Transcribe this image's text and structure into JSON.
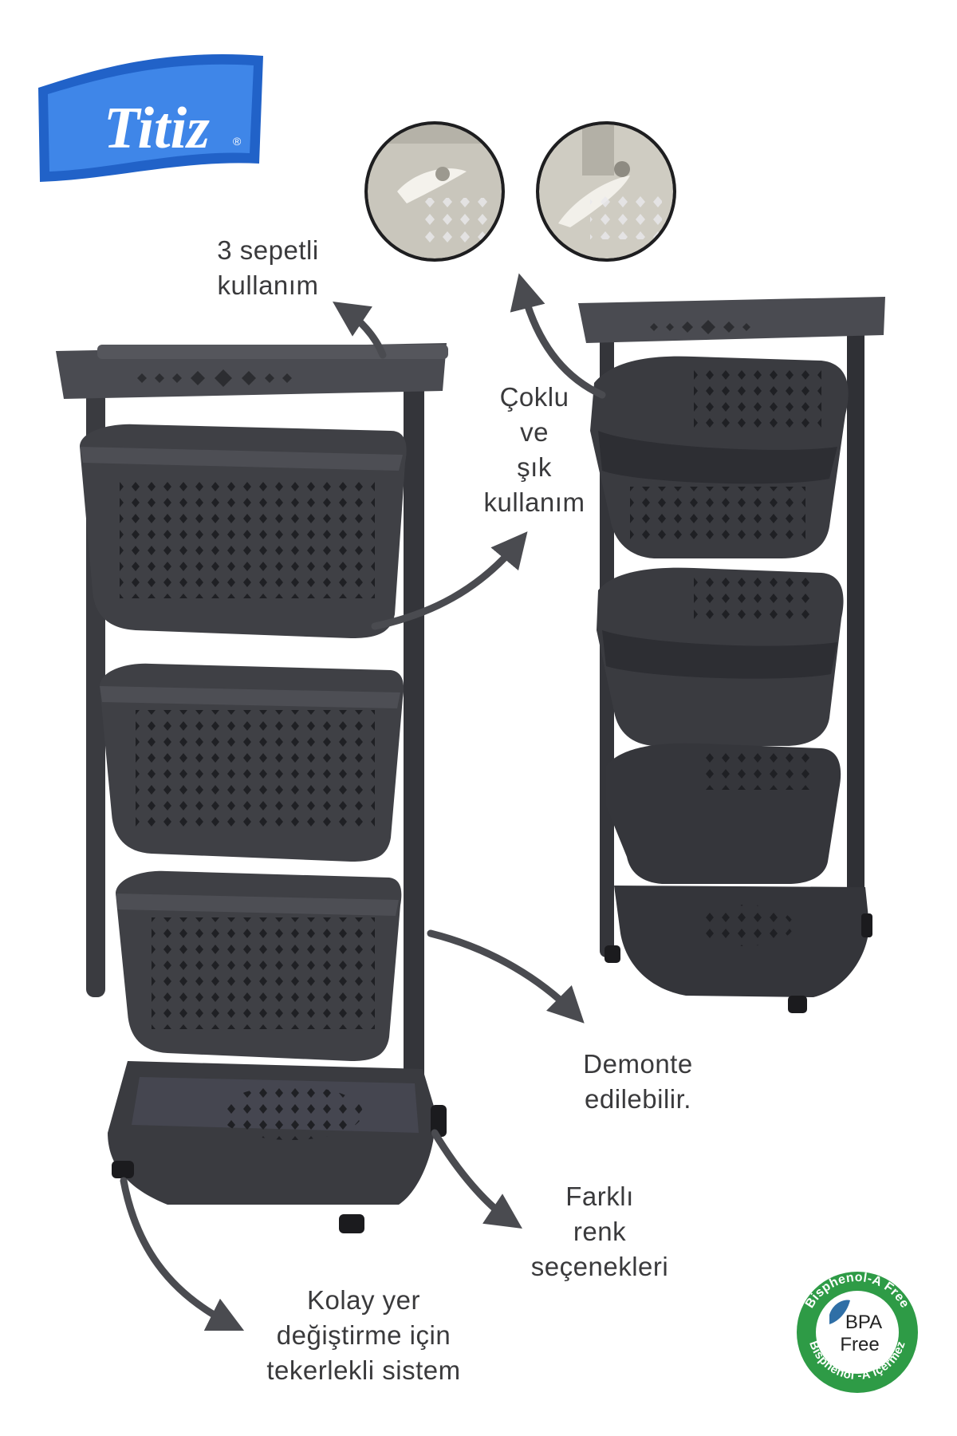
{
  "brand": {
    "logo_text": "Titiz",
    "trademark": "®",
    "color": "#1f5fbf"
  },
  "features": {
    "baskets": {
      "lines": [
        "3 sepetli",
        "kullanım"
      ]
    },
    "multi_use": {
      "lines": [
        "Çoklu",
        "ve",
        "şık",
        "kullanım"
      ]
    },
    "demountable": {
      "lines": [
        "Demonte",
        "edilebilir."
      ]
    },
    "colors": {
      "lines": [
        "Farklı",
        "renk",
        "seçenekleri"
      ]
    },
    "wheels": {
      "lines": [
        "Kolay yer",
        "değiştirme için",
        "tekerlekli sistem"
      ]
    }
  },
  "bpa_badge": {
    "ring_top": "Bisphenol-A Free",
    "ring_bottom": "Bisphenol -A içermez",
    "center_line1": "BPA",
    "center_line2": "Free",
    "color": "#2e9b46"
  },
  "colors": {
    "product": "#3e3f44",
    "product_dark": "#2c2d31",
    "text": "#3a3a3c",
    "arrow": "#4a4b50"
  }
}
